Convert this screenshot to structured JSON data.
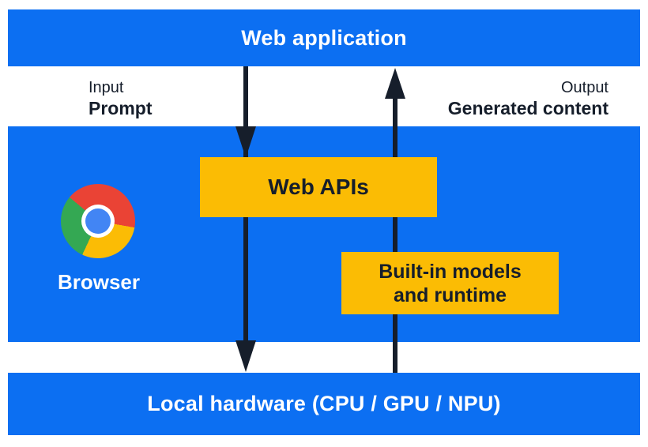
{
  "colors": {
    "section_blue": "#0c6ff2",
    "accent_yellow": "#fbbc04",
    "arrow_dark": "#161e2b",
    "text_on_blue": "#ffffff",
    "chrome_red": "#ea4335",
    "chrome_yellow": "#fbbc05",
    "chrome_green": "#34a853",
    "chrome_blue": "#4285f4"
  },
  "layers": {
    "web_application": {
      "label": "Web application"
    },
    "io": {
      "input": {
        "kind": "Input",
        "value": "Prompt"
      },
      "output": {
        "kind": "Output",
        "value": "Generated content"
      }
    },
    "browser": {
      "label": "Browser",
      "icon": "chrome-logo",
      "web_apis": {
        "label": "Web APIs"
      },
      "builtin_models": {
        "line1": "Built-in models",
        "line2": "and runtime"
      }
    },
    "local_hardware": {
      "label": "Local hardware (CPU / GPU / NPU)"
    },
    "arrows": [
      {
        "name": "prompt-down-arrow",
        "direction": "down",
        "from": "Web application",
        "to": "Local hardware"
      },
      {
        "name": "generated-content-up-arrow",
        "direction": "up",
        "from": "Local hardware",
        "to": "Web application"
      }
    ]
  }
}
